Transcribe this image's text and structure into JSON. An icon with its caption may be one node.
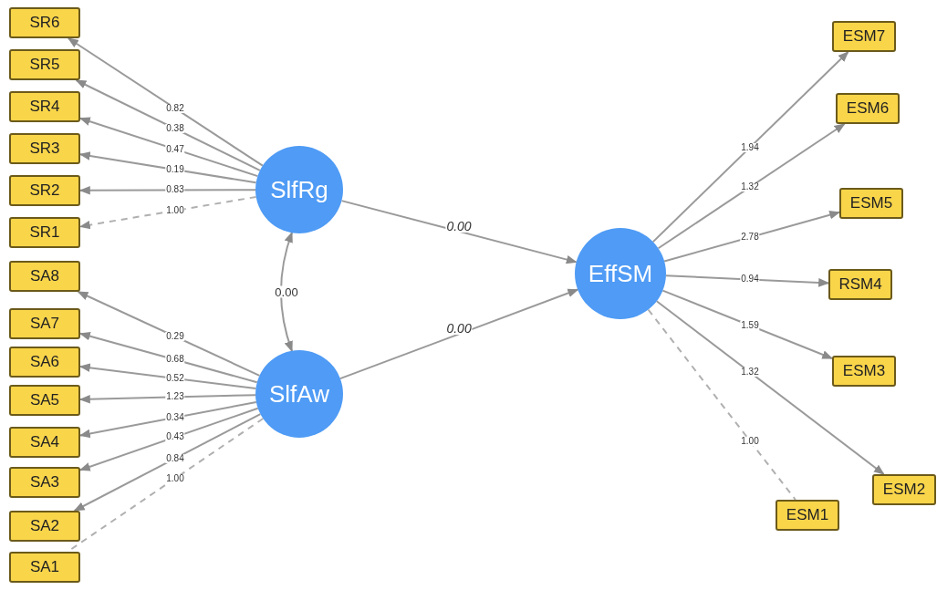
{
  "diagram": {
    "nodes": [
      {
        "text": [
          "SR6"
        ]
      },
      {
        "text": [
          "SR5"
        ]
      },
      {
        "text": [
          "SR4"
        ]
      },
      {
        "text": [
          "SR3"
        ]
      },
      {
        "text": [
          "SR2"
        ]
      },
      {
        "text": [
          "SR1"
        ]
      },
      {
        "text": [
          "SA8"
        ]
      },
      {
        "text": [
          "SA7"
        ]
      },
      {
        "text": [
          "SA6"
        ]
      },
      {
        "text": [
          "SA5"
        ]
      },
      {
        "text": [
          "SA4"
        ]
      },
      {
        "text": [
          "SA3"
        ]
      },
      {
        "text": [
          "SA2"
        ]
      },
      {
        "text": [
          "SA1"
        ]
      },
      {
        "text": [
          "SlfRg"
        ]
      },
      {
        "text": [
          "SlfAw"
        ]
      },
      {
        "text": [
          "EffSM"
        ]
      },
      {
        "text": [
          "ESM7"
        ]
      },
      {
        "text": [
          "ESM6"
        ]
      },
      {
        "text": [
          "ESM5"
        ]
      },
      {
        "text": [
          "RSM4"
        ]
      },
      {
        "text": [
          "ESM3"
        ]
      },
      {
        "text": [
          "ESM2"
        ]
      },
      {
        "text": [
          "ESM1"
        ]
      }
    ],
    "edges": [
      {
        "from": 14,
        "to": 0,
        "arrow": "to",
        "label": "0.82"
      },
      {
        "from": 14,
        "to": 1,
        "arrow": "to",
        "label": "0.38"
      },
      {
        "from": 14,
        "to": 2,
        "arrow": "to",
        "label": "0.47"
      },
      {
        "from": 14,
        "to": 3,
        "arrow": "to",
        "label": "0.19"
      },
      {
        "from": 14,
        "to": 4,
        "arrow": "to",
        "label": "0.83"
      },
      {
        "from": 14,
        "to": 5,
        "arrow": "to",
        "label": "1.00",
        "style": "dashed"
      },
      {
        "from": 15,
        "to": 6,
        "arrow": "to",
        "label": "0.29"
      },
      {
        "from": 15,
        "to": 7,
        "arrow": "to",
        "label": "0.68"
      },
      {
        "from": 15,
        "to": 8,
        "arrow": "to",
        "label": "0.52"
      },
      {
        "from": 15,
        "to": 9,
        "arrow": "to",
        "label": "1.23"
      },
      {
        "from": 15,
        "to": 10,
        "arrow": "to",
        "label": "0.34"
      },
      {
        "from": 15,
        "to": 11,
        "arrow": "to",
        "label": "0.43"
      },
      {
        "from": 15,
        "to": 12,
        "arrow": "to",
        "label": "0.84"
      },
      {
        "from": 15,
        "to": 13,
        "arrow": "none",
        "label": "1.00",
        "style": "dashed"
      },
      {
        "from": 14,
        "to": 15,
        "arrow": "both",
        "label": "0.00"
      },
      {
        "from": 14,
        "to": 16,
        "arrow": "to",
        "label": "0.00"
      },
      {
        "from": 15,
        "to": 16,
        "arrow": "to",
        "label": "0.00"
      },
      {
        "from": 16,
        "to": 17,
        "arrow": "to",
        "label": "1.94"
      },
      {
        "from": 16,
        "to": 18,
        "arrow": "to",
        "label": "1.32"
      },
      {
        "from": 16,
        "to": 19,
        "arrow": "to",
        "label": "2.78"
      },
      {
        "from": 16,
        "to": 20,
        "arrow": "to",
        "label": "0.94"
      },
      {
        "from": 16,
        "to": 21,
        "arrow": "to",
        "label": "1.59"
      },
      {
        "from": 16,
        "to": 22,
        "arrow": "to",
        "label": "1.32"
      },
      {
        "from": 16,
        "to": 23,
        "arrow": "none",
        "label": "1.00",
        "style": "dashed"
      }
    ]
  }
}
